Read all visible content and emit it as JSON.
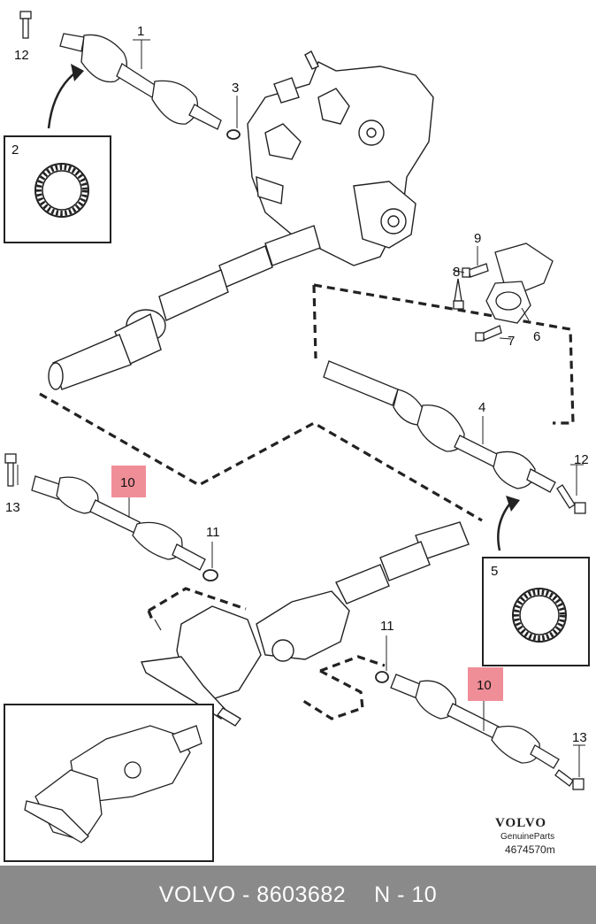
{
  "callouts": [
    {
      "id": "c12a",
      "label": "12"
    },
    {
      "id": "c1",
      "label": "1"
    },
    {
      "id": "c3",
      "label": "3"
    },
    {
      "id": "c2",
      "label": "2"
    },
    {
      "id": "c9",
      "label": "9"
    },
    {
      "id": "c8",
      "label": "8"
    },
    {
      "id": "c6",
      "label": "6"
    },
    {
      "id": "c7",
      "label": "7"
    },
    {
      "id": "c4",
      "label": "4"
    },
    {
      "id": "c12b",
      "label": "12"
    },
    {
      "id": "c13a",
      "label": "13"
    },
    {
      "id": "c10a",
      "label": "10",
      "highlighted": true
    },
    {
      "id": "c11a",
      "label": "11"
    },
    {
      "id": "c5",
      "label": "5"
    },
    {
      "id": "c11b",
      "label": "11"
    },
    {
      "id": "c10b",
      "label": "10",
      "highlighted": true
    },
    {
      "id": "c13b",
      "label": "13"
    }
  ],
  "highlight_color": "#f08e98",
  "brand": {
    "name": "VOLVO",
    "sub": "GenuineParts",
    "ref": "4674570m"
  },
  "footer": {
    "brand": "VOLVO",
    "separator": "-",
    "part_number": "8603682",
    "position_code": "N - 10"
  }
}
